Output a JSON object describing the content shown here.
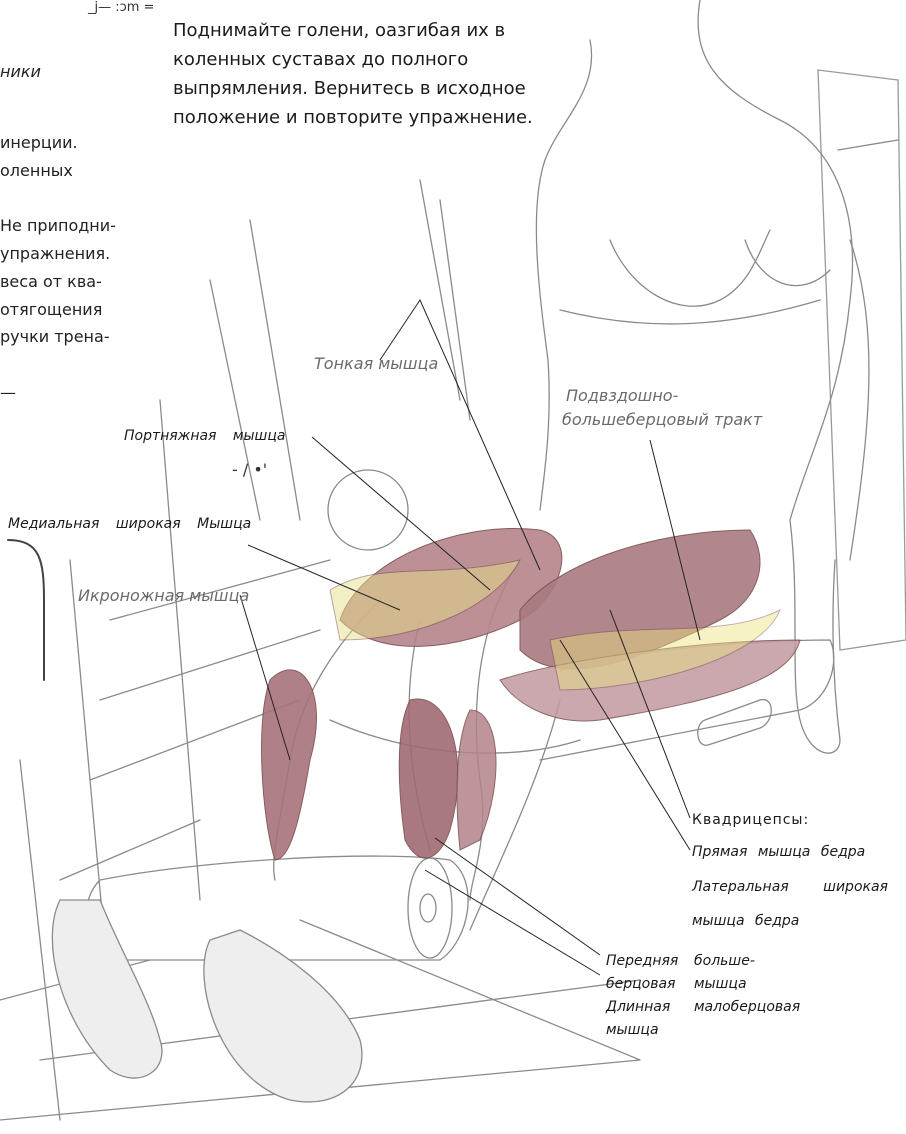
{
  "page": {
    "header_noise": "_j— ꞉ɔm =",
    "instruction_lines": [
      "Поднимайте голени, оазгибая их в",
      "коленных суставах до полного",
      "выпрямления. Вернитесь в исходное",
      "положение и повторите упражнение."
    ],
    "left_fragments": [
      "ники",
      "инерции.",
      "оленных",
      "Не приподни-",
      "упражнения.",
      "веса от ква-",
      "отягощения",
      "ручки трена-",
      "—"
    ],
    "stray_mark": "- / •'"
  },
  "labels": {
    "tonkaya": "Тонкая мышца",
    "podvzdoshno_1": "Подвздошно-",
    "podvzdoshno_2": "большеберцовый тракт",
    "portnyazhnaya": "Портняжная мышца",
    "medialnaya": "Медиальная широкая Мышца",
    "ikronozhnaya": "Икроножная мышца",
    "kvadricepsy": "Квадрицепсы:",
    "pryamaya": "Прямая мышца бедра",
    "lateralnaya": "Латеральная широкая",
    "lateralnaya_2": "мышца бедра",
    "perednyaya_1a": "Передняя",
    "perednyaya_1b": "больше-",
    "perednyaya_2a": "берцовая",
    "perednyaya_2b": "мышца",
    "dlinnaya_1a": "Длинная",
    "dlinnaya_1b": "малоберцовая",
    "dlinnaya_2": "мышца"
  }
}
